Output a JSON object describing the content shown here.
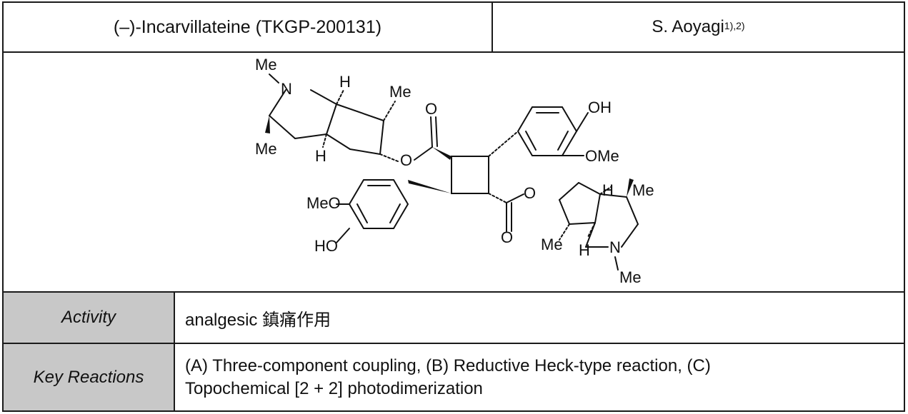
{
  "header": {
    "compound": "(–)-Incarvillateine (TKGP-200131)",
    "author": "S. Aoyagi",
    "author_sup": "1),2)"
  },
  "structure": {
    "labels": {
      "me1": "Me",
      "n1": "N",
      "h1": "H",
      "me2": "Me",
      "o_carbonyl1": "O",
      "me3": "Me",
      "h2": "H",
      "o_ester1": "O",
      "oh": "OH",
      "ome": "OMe",
      "meo": "MeO",
      "ho": "HO",
      "o_ester2": "O",
      "h3": "H",
      "me4": "Me",
      "o_carbonyl2": "O",
      "me5": "Me",
      "h4": "H",
      "n2": "N",
      "me6": "Me"
    }
  },
  "activity": {
    "label": "Activity",
    "value": "analgesic 鎮痛作用"
  },
  "key_reactions": {
    "label": "Key Reactions",
    "line1": "(A) Three-component coupling, (B) Reductive Heck-type reaction, (C)",
    "line2": "Topochemical [2 + 2] photodimerization"
  }
}
